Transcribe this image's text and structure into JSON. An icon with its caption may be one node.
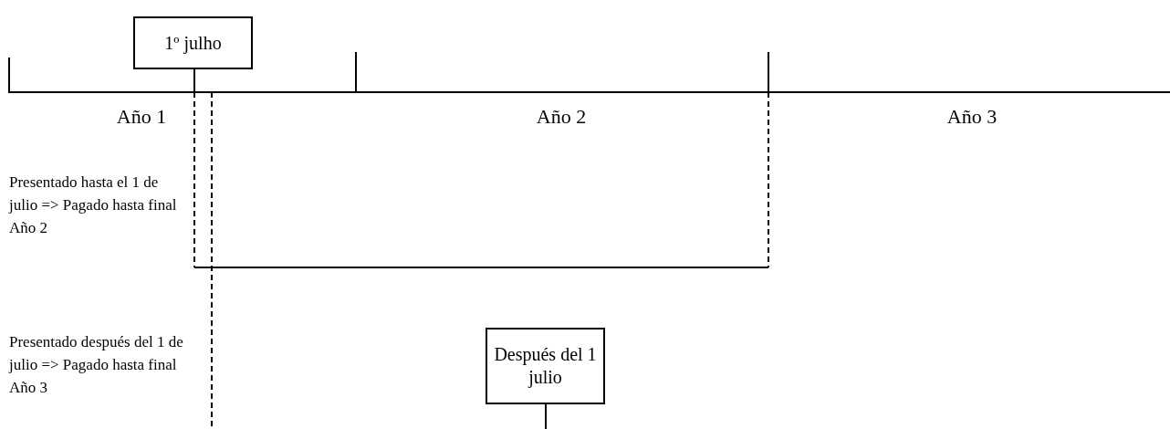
{
  "diagram": {
    "nodes": [
      {
        "text": [
          "1º julho"
        ]
      },
      {
        "text": [
          "Después del 1 julio"
        ]
      }
    ],
    "labels": [
      "Año 1",
      "Año 2",
      "Año 3",
      "Presentado hasta el 1 de julio => Pagado hasta final Año 2",
      "Presentado después del 1 de julio => Pagado hasta final Año 3"
    ]
  }
}
